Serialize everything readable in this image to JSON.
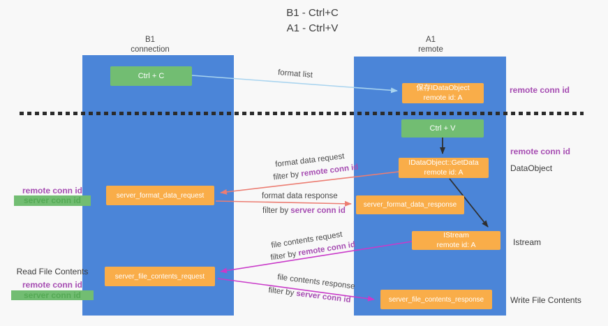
{
  "title": {
    "line1": "B1 - Ctrl+C",
    "line2": "A1 - Ctrl+V"
  },
  "lanes": {
    "left": {
      "name": "B1",
      "role": "connection"
    },
    "right": {
      "name": "A1",
      "role": "remote"
    }
  },
  "boxes": {
    "ctrl_c": {
      "label": "Ctrl + C"
    },
    "save_dataobject": {
      "line1": "保存IDataObject",
      "line2": "remote id: A"
    },
    "ctrl_v": {
      "label": "Ctrl + V"
    },
    "getdata": {
      "line1": "IDataObject::GetData",
      "line2": "remote id: A"
    },
    "server_format_data_request": {
      "label": "server_format_data_request"
    },
    "server_format_data_response": {
      "label": "server_format_data_response"
    },
    "istream": {
      "line1": "IStream",
      "line2": "remote id: A"
    },
    "server_file_contents_request": {
      "label": "server_file_contents_request"
    },
    "server_file_contents_response": {
      "label": "server_file_contents_response"
    }
  },
  "arrow_labels": {
    "format_list": "format list",
    "format_data_request": "format data request",
    "filter_remote_1": {
      "prefix": "filter by ",
      "id": "remote conn id"
    },
    "format_data_response": "format data response",
    "filter_server_1": {
      "prefix": "filter by ",
      "id": "server conn id"
    },
    "file_contents_request": "file contents request",
    "filter_remote_2": {
      "prefix": "filter by ",
      "id": "remote conn id"
    },
    "file_contents_response": "file contents response",
    "filter_server_2": {
      "prefix": "filter by ",
      "id": "server conn id"
    }
  },
  "side_labels": {
    "right_remote_conn_id_1": "remote conn id",
    "right_remote_conn_id_2": "remote conn id",
    "dataobject": "DataObject",
    "istream": "Istream",
    "write_file_contents": "Write File Contents",
    "left_remote_conn_id_1": "remote conn id",
    "left_server_conn_id_1": "server conn id",
    "read_file_contents": "Read File Contents",
    "left_remote_conn_id_2": "remote conn id",
    "left_server_conn_id_2": "server conn id"
  },
  "colors": {
    "lane_blue": "#4b85d8",
    "box_green": "#72bd72",
    "box_orange": "#f9ad49",
    "arrow_light_blue": "#a9d4ef",
    "arrow_red": "#ec7d72",
    "arrow_magenta": "#c93ac9",
    "arrow_black": "#2f2f2f",
    "text_purple": "#a64db2",
    "text_green": "#55aa55",
    "text_dark": "#3a3a3a",
    "background": "#f8f8f8"
  }
}
